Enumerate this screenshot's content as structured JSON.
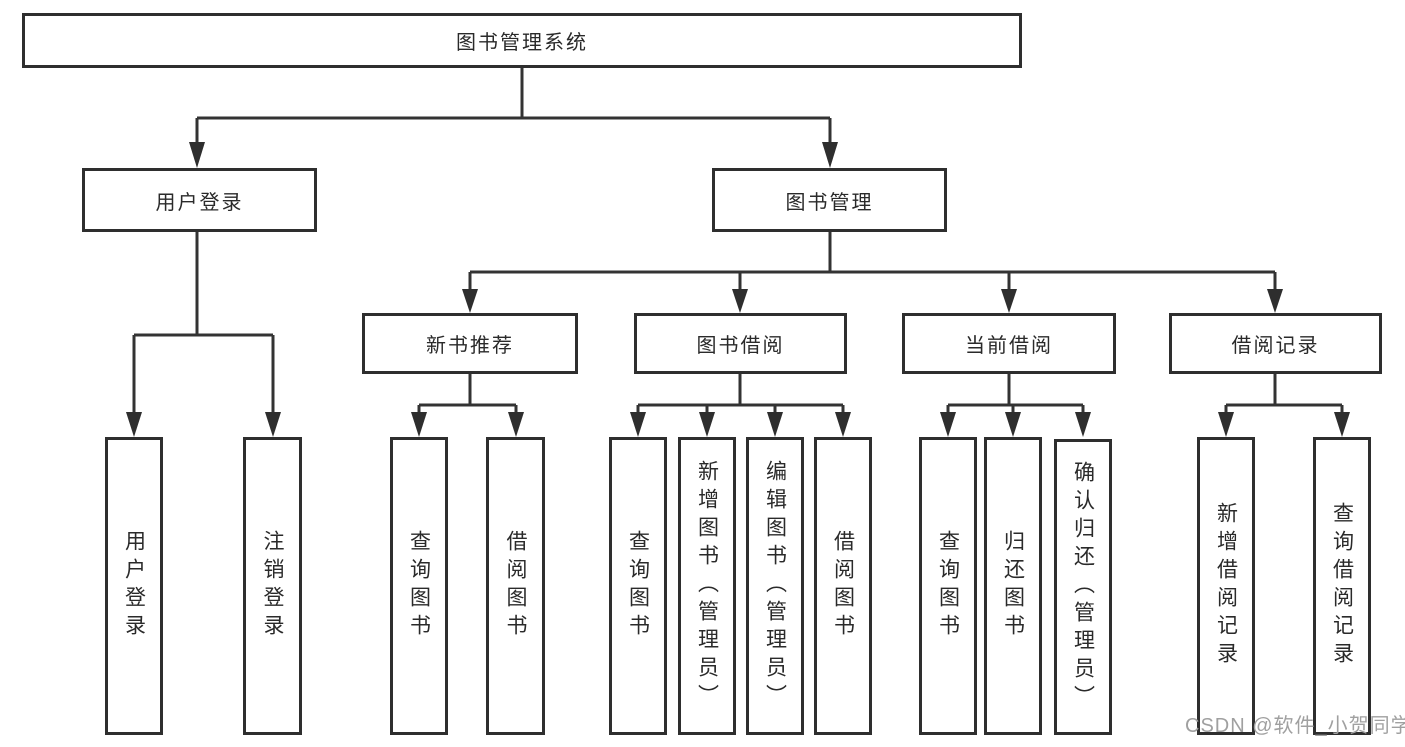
{
  "diagram": {
    "root": {
      "label": "图书管理系统"
    },
    "level2": [
      {
        "label": "用户登录"
      },
      {
        "label": "图书管理"
      }
    ],
    "level3": [
      {
        "label": "新书推荐"
      },
      {
        "label": "图书借阅"
      },
      {
        "label": "当前借阅"
      },
      {
        "label": "借阅记录"
      }
    ],
    "leaves": {
      "user_login": [
        "用户登录",
        "注销登录"
      ],
      "new_books": [
        "查询图书",
        "借阅图书"
      ],
      "book_borrow": [
        "查询图书",
        "新增图书（管理员）",
        "编辑图书（管理员）",
        "借阅图书"
      ],
      "current_borrow": [
        "查询图书",
        "归还图书",
        "确认归还（管理员）"
      ],
      "borrow_records": [
        "新增借阅记录",
        "查询借阅记录"
      ]
    }
  },
  "watermark": "CSDN @软件_小贺同学",
  "colors": {
    "box_border": "#2e2e2e",
    "line": "#333333",
    "text": "#2a2a2a",
    "watermark": "#a0a0a0",
    "background": "#ffffff"
  }
}
